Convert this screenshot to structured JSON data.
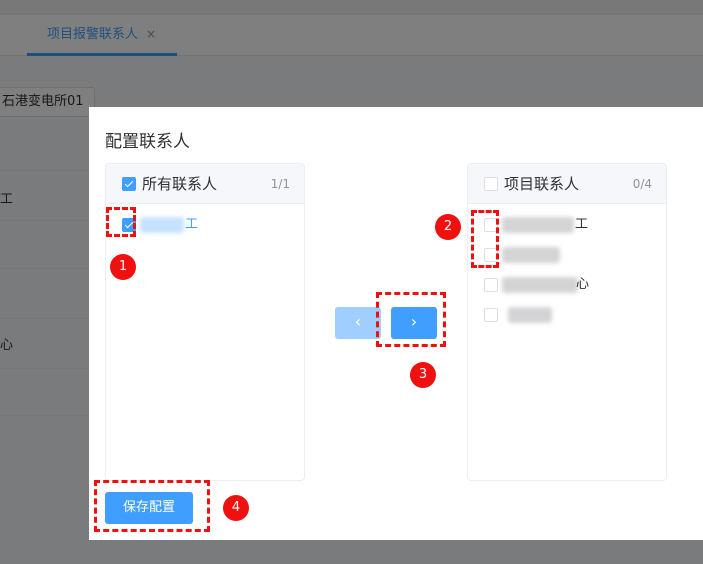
{
  "tabs": [
    {
      "label": "项目报警联系人",
      "close": "×"
    }
  ],
  "background": {
    "filter_value": "石港变电所01",
    "row_fragments": [
      "工",
      "心"
    ]
  },
  "dialog": {
    "title": "配置联系人",
    "left_panel": {
      "title": "所有联系人",
      "count": "1/1",
      "checked": true,
      "items": [
        {
          "visible_text": "工",
          "checked": true
        }
      ]
    },
    "right_panel": {
      "title": "项目联系人",
      "count": "0/4",
      "checked": false,
      "items": [
        {
          "visible_text": "工",
          "checked": false
        },
        {
          "visible_text": "",
          "checked": false
        },
        {
          "visible_text": "心",
          "checked": false
        },
        {
          "visible_text": "",
          "checked": false
        }
      ]
    },
    "move_left": "‹",
    "move_right": "›",
    "save_label": "保存配置"
  },
  "annotations": [
    "1",
    "2",
    "3",
    "4"
  ],
  "colors": {
    "primary": "#409eff",
    "annotation": "#f01010"
  }
}
